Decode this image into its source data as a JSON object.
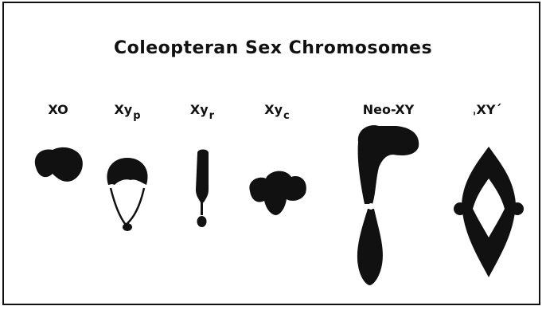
{
  "title": "Coleopteran Sex Chromosomes",
  "types": [
    {
      "base": "XO",
      "sub": "",
      "suffix": ""
    },
    {
      "base": "Xy",
      "sub": "p",
      "suffix": ""
    },
    {
      "base": "Xy",
      "sub": "r",
      "suffix": ""
    },
    {
      "base": "Xy",
      "sub": "c",
      "suffix": ""
    },
    {
      "base": "Neo-XY",
      "sub": "",
      "suffix": ""
    },
    {
      "base": "ˌXYˊ",
      "sub": "",
      "suffix": ""
    }
  ],
  "colors": {
    "ink": "#111111",
    "background": "#ffffff"
  }
}
